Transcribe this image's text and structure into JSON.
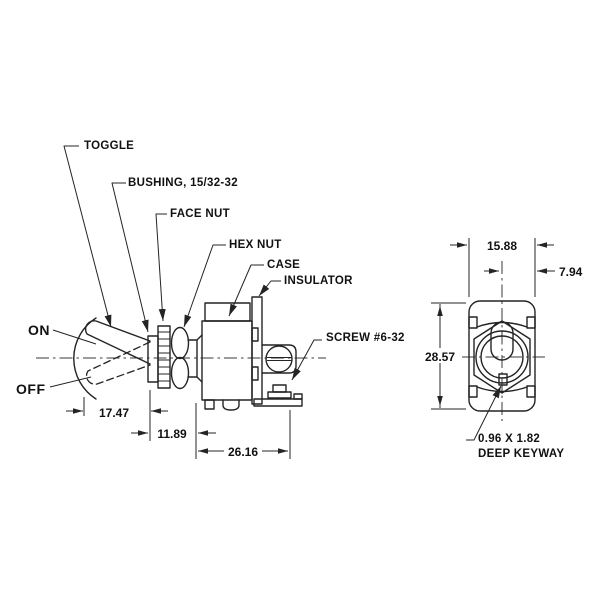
{
  "drawing": {
    "background": "#ffffff",
    "line_color": "#242424",
    "side_view": {
      "part_labels": {
        "toggle": "TOGGLE",
        "bushing": "BUSHING, 15/32-32",
        "face_nut": "FACE NUT",
        "hex_nut": "HEX NUT",
        "case": "CASE",
        "insulator": "INSULATOR",
        "screw": "SCREW #6-32"
      },
      "positions": {
        "on": "ON",
        "off": "OFF"
      },
      "dimensions": {
        "toggle_length": "17.47",
        "bushing_stack": "11.89",
        "case_length": "26.16"
      }
    },
    "front_view": {
      "dimensions": {
        "body_width": "15.88",
        "center_to_edge": "7.94",
        "body_height": "28.57"
      },
      "keyway_note": {
        "line1": "0.96 X 1.82",
        "line2": "DEEP KEYWAY"
      }
    }
  }
}
